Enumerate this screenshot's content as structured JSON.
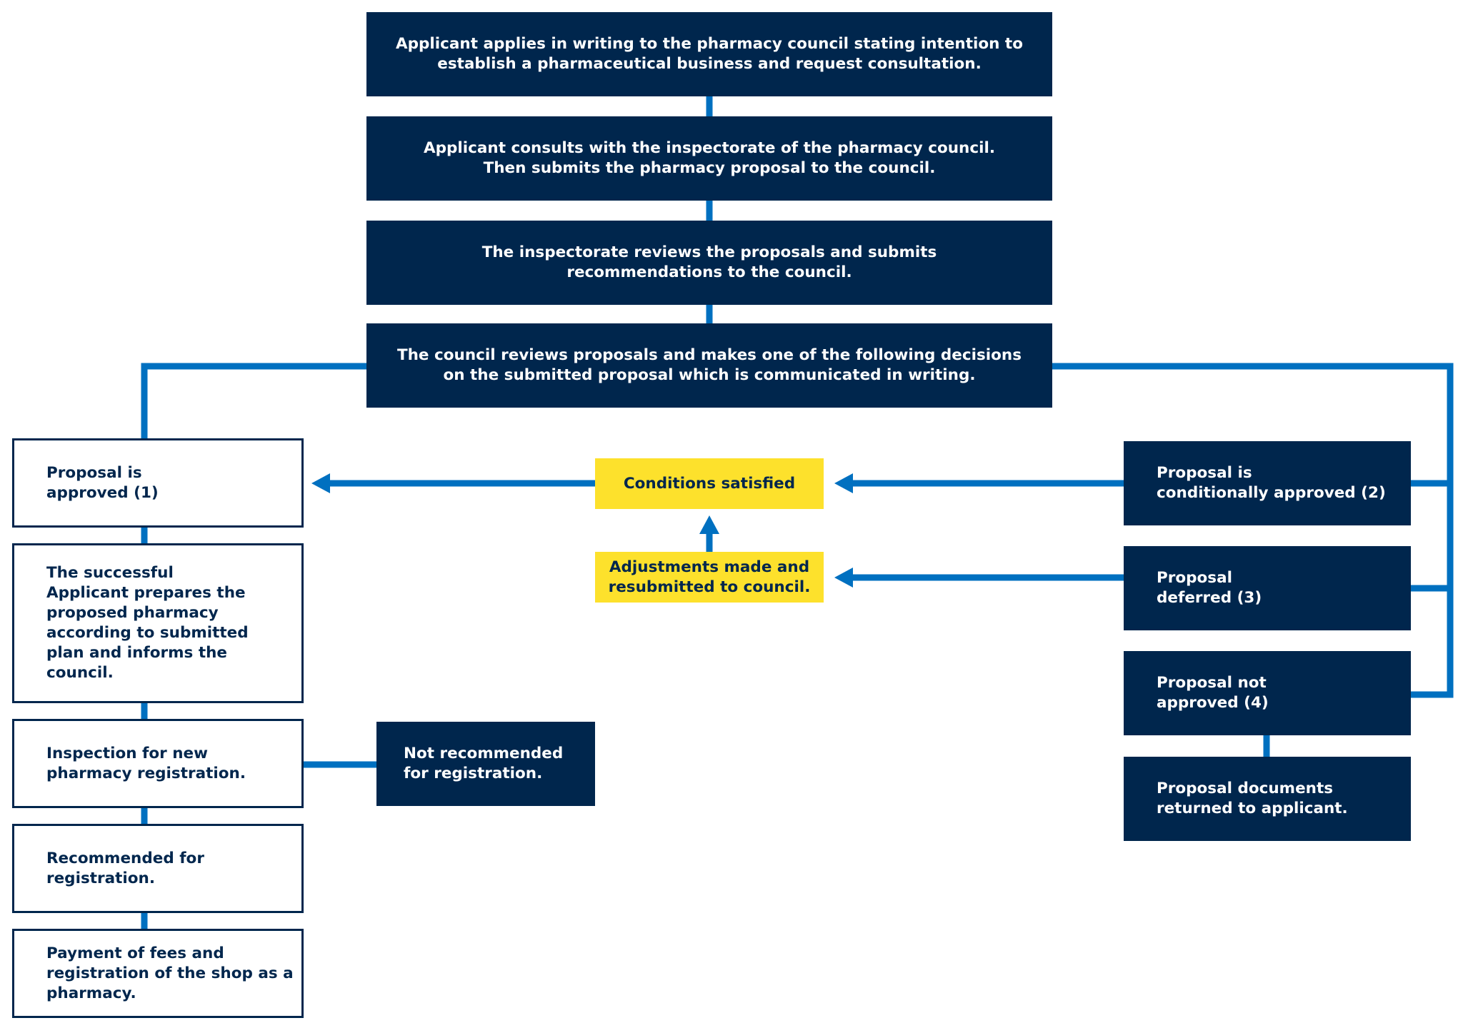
{
  "colors": {
    "dark_box": "#00264d",
    "connector": "#0070c0",
    "highlight": "#fde12c",
    "background": "#ffffff"
  },
  "flow": {
    "step1": "Applicant applies in writing to the pharmacy council stating  intention to\nestablish a pharmaceutical business and request consultation.",
    "step2": "Applicant consults with the inspectorate of the pharmacy council.\nThen submits the pharmacy proposal to the council.",
    "step3": "The inspectorate reviews the proposals and submits\nrecommendations to the council.",
    "step4": "The council reviews proposals and makes one of the following decisions\non the submitted proposal which is communicated in writing."
  },
  "left_branch": {
    "approved": "Proposal is\napproved (1)",
    "prepares": "The successful\nApplicant prepares the\nproposed pharmacy\naccording to submitted\nplan and informs the\ncouncil.",
    "inspection": "Inspection for new\npharmacy registration.",
    "not_recommended": "Not recommended\nfor registration.",
    "recommended": "Recommended for\nregistration.",
    "payment": "Payment of fees and\nregistration of the shop as a\npharmacy."
  },
  "middle": {
    "conditions": "Conditions satisfied",
    "adjustments": "Adjustments made and\nresubmitted to council."
  },
  "right_branch": {
    "conditional": "Proposal is\nconditionally approved (2)",
    "deferred": "Proposal\ndeferred (3)",
    "not_approved": "Proposal not\napproved (4)",
    "returned": "Proposal documents\nreturned to applicant."
  }
}
